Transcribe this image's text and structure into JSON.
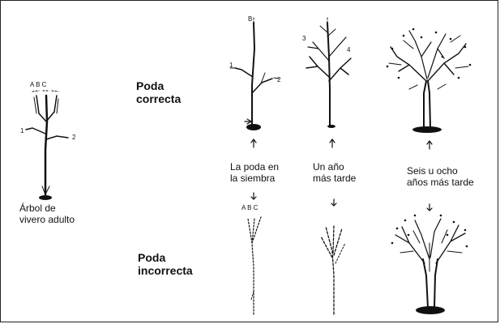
{
  "headings": {
    "correct": "Poda\ncorrecta",
    "incorrect": "Poda\nincorrecta"
  },
  "captions": {
    "planting": "La poda en\nla siembra",
    "one_year": "Un año\nmás tarde",
    "six_eight_years": "Seis u ocho\naños más tarde",
    "nursery_tree": "Árbol de\nvivero adulto"
  },
  "markers": {
    "abc": "A B C",
    "b": "B",
    "one": "1",
    "two": "2",
    "three": "3",
    "four": "4"
  }
}
